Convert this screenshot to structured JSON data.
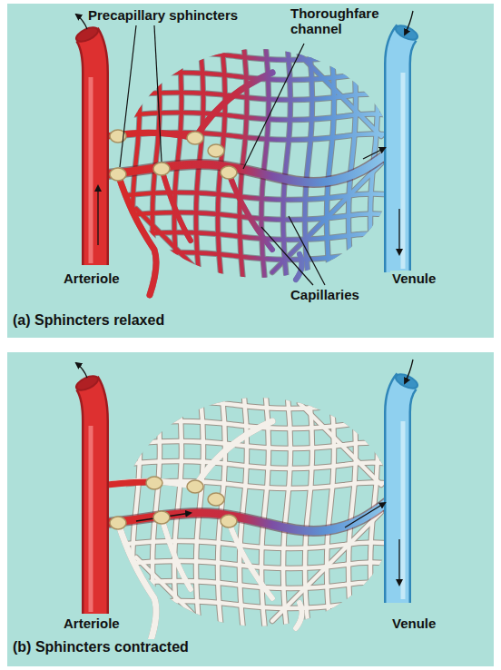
{
  "diagram": {
    "labels": [
      "Precapillary sphincters",
      "Thoroughfare channel",
      "Arteriole",
      "Venule",
      "Capillaries",
      "(a) Sphincters relaxed",
      "Arteriole",
      "Venule",
      "(b) Sphincters contracted"
    ]
  }
}
